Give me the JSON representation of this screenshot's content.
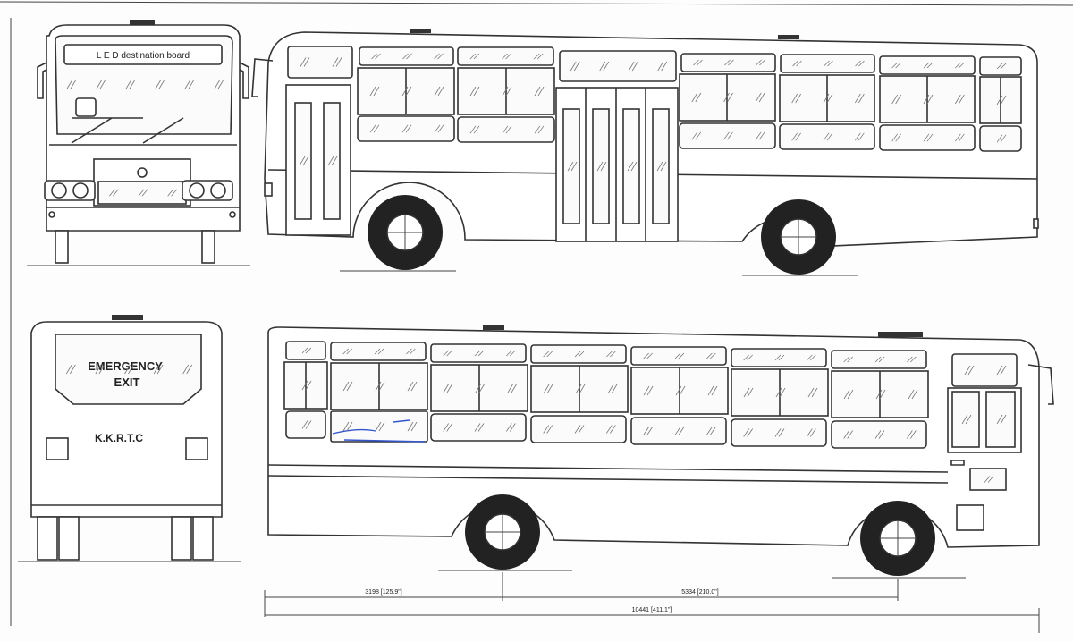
{
  "labels": {
    "destination_board": "L E D destination board",
    "emergency_line1": "EMERGENCY",
    "emergency_line2": "EXIT",
    "operator": "K.K.R.T.C"
  },
  "dimensions": {
    "front_overhang_to_rear_axle": "3198 [125.9\"]",
    "wheelbase": "5334 [210.0\"]",
    "overall_length": "10441 [411.1\"]"
  },
  "colors": {
    "line": "#333333",
    "paper": "#fdfdfd",
    "pen_mark": "#3355cc"
  }
}
